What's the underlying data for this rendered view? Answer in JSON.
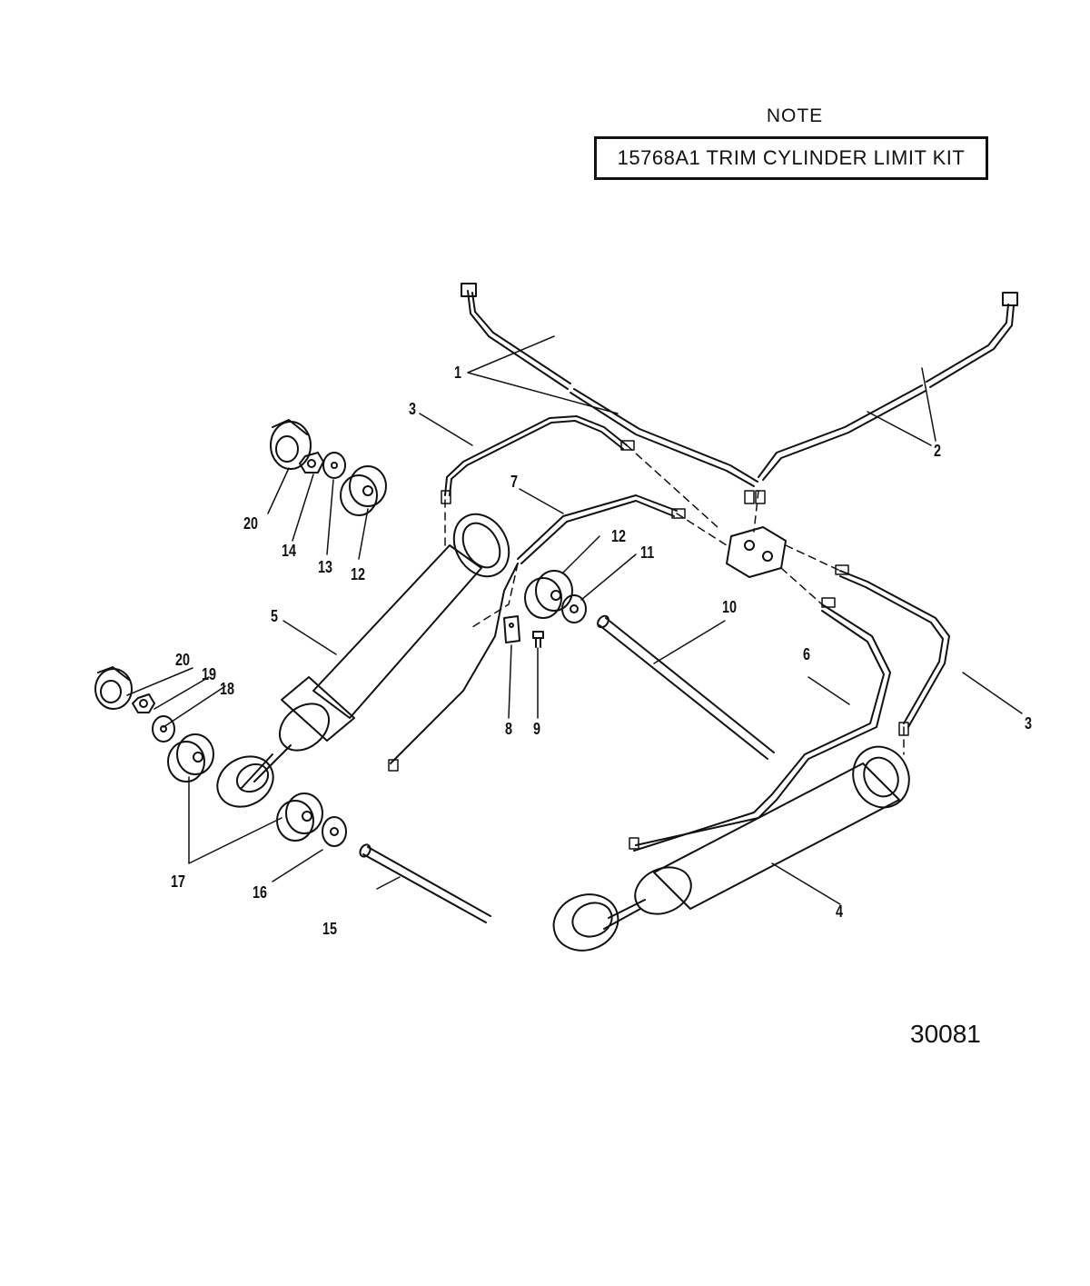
{
  "note": {
    "title": "NOTE",
    "kit_label": "15768A1 TRIM CYLINDER LIMIT KIT"
  },
  "drawing_number": "30081",
  "callouts": [
    "1",
    "2",
    "3",
    "3",
    "4",
    "5",
    "6",
    "7",
    "8",
    "9",
    "10",
    "11",
    "12",
    "12",
    "13",
    "14",
    "15",
    "16",
    "17",
    "18",
    "19",
    "20",
    "20"
  ]
}
